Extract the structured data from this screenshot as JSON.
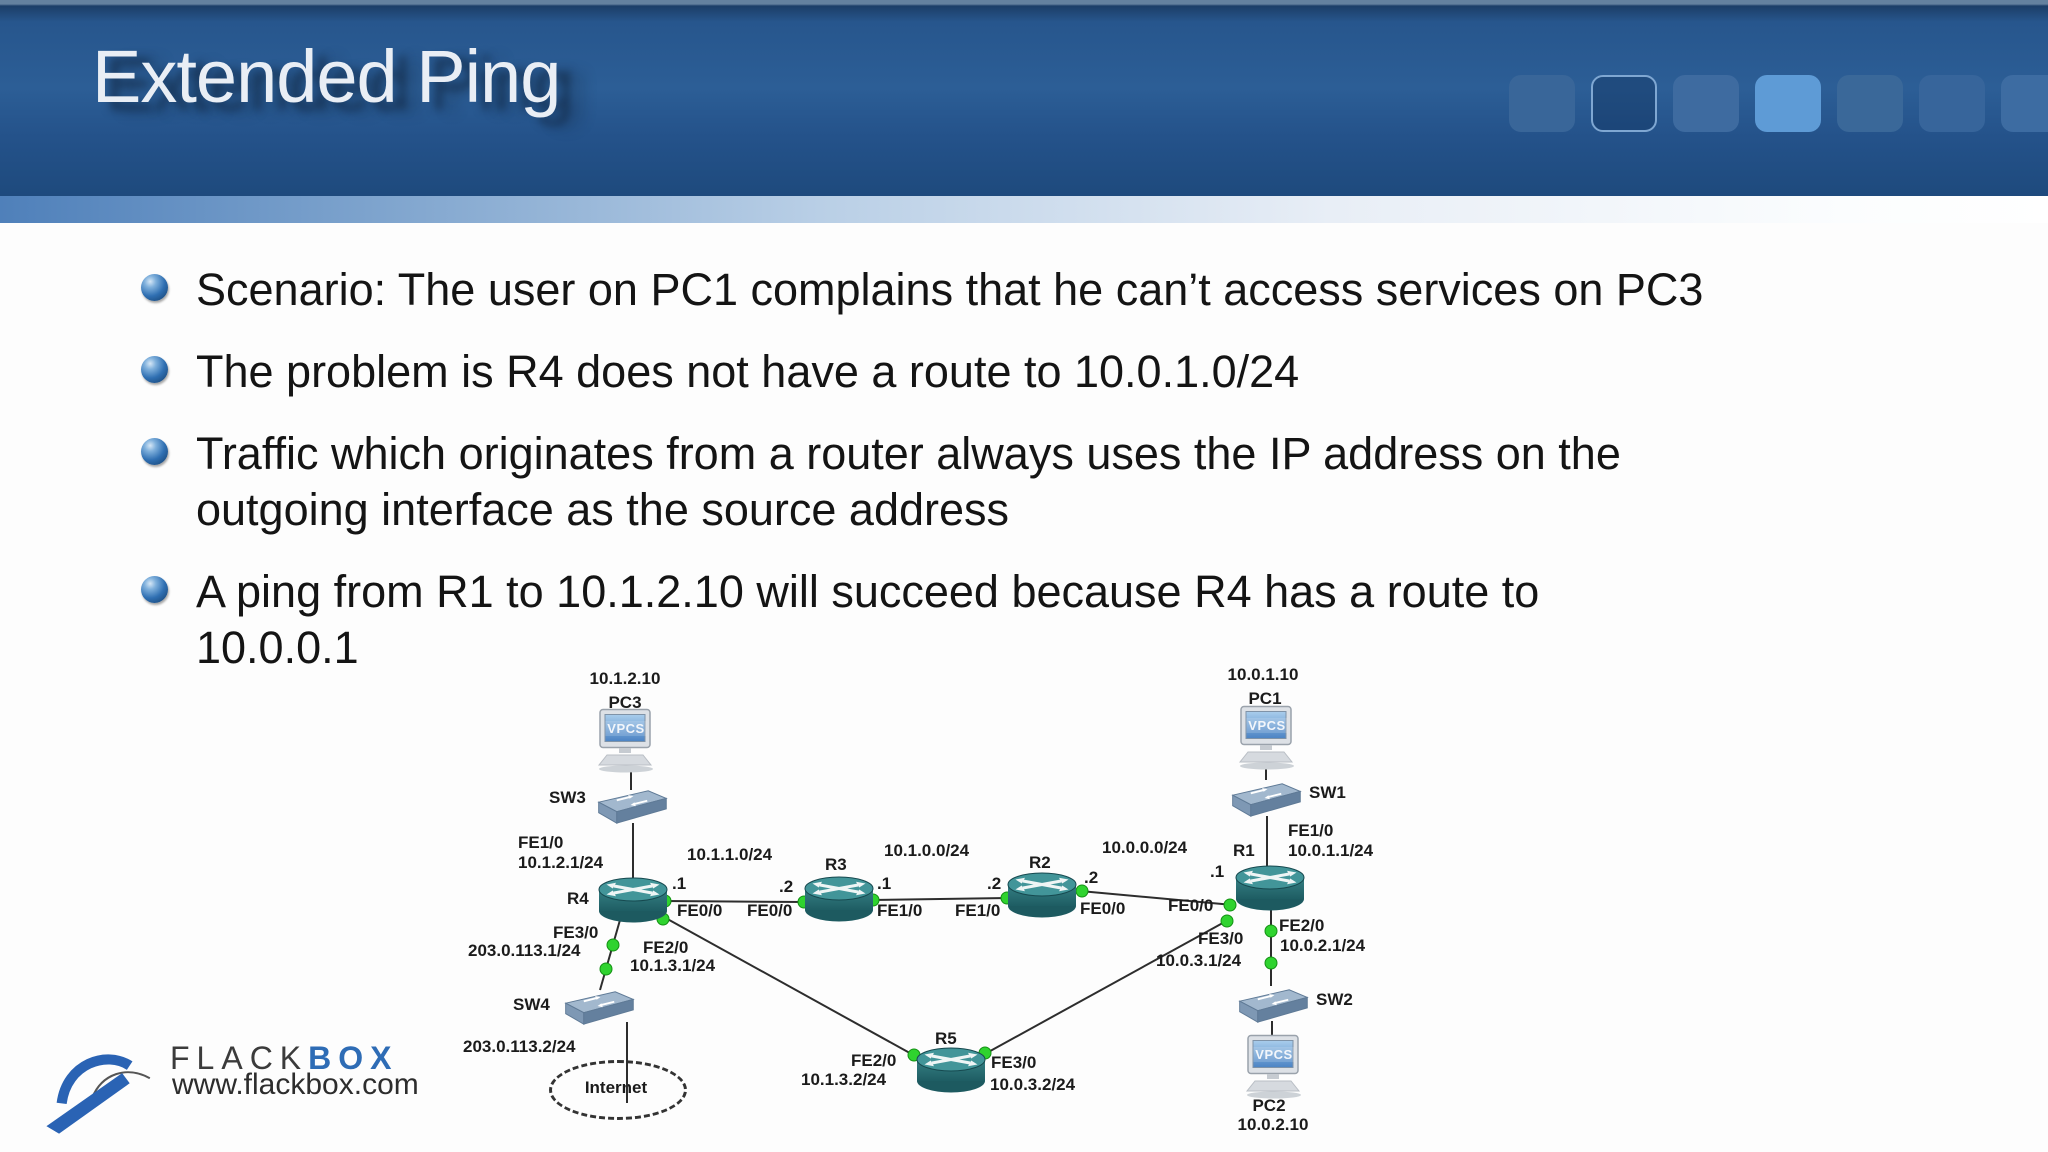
{
  "slide": {
    "title": "Extended Ping",
    "bullets": [
      "Scenario: The user on PC1 complains that he can’t access services on PC3",
      "The problem is R4 does not have a route to 10.0.1.0/24",
      "Traffic which originates from a router always uses the IP address on the\noutgoing interface as the source address",
      "A ping from R1 to 10.1.2.10 will succeed because R4 has a route to\n10.0.0.1"
    ]
  },
  "branding": {
    "logo_primary": "FLACK",
    "logo_secondary": "BOX",
    "website": "www.flackbox.com"
  },
  "diagram": {
    "nodes": {
      "pc3": {
        "label": "PC3",
        "ip": "10.1.2.10",
        "screen": "VPCS"
      },
      "pc1": {
        "label": "PC1",
        "ip": "10.0.1.10",
        "screen": "VPCS"
      },
      "pc2": {
        "label": "PC2",
        "ip": "10.0.2.10",
        "screen": "VPCS"
      },
      "sw1": {
        "label": "SW1"
      },
      "sw2": {
        "label": "SW2"
      },
      "sw3": {
        "label": "SW3"
      },
      "sw4": {
        "label": "SW4"
      },
      "r1": {
        "label": "R1"
      },
      "r2": {
        "label": "R2"
      },
      "r3": {
        "label": "R3"
      },
      "r4": {
        "label": "R4"
      },
      "r5": {
        "label": "R5"
      },
      "internet": {
        "label": "Internet"
      }
    },
    "links": {
      "r4_r3": {
        "subnet": "10.1.1.0/24",
        "left_num": ".1",
        "right_num": ".2",
        "left_if": "FE0/0",
        "right_if": "FE0/0"
      },
      "r3_r2": {
        "subnet": "10.1.0.0/24",
        "left_num": ".1",
        "right_num": ".2",
        "left_if": "FE1/0",
        "right_if": "FE1/0"
      },
      "r2_r1": {
        "subnet": "10.0.0.0/24",
        "left_num": ".2",
        "right_num": ".1",
        "left_if": "FE0/0",
        "right_if": "FE0/0"
      },
      "r4_sw3": {
        "interface": "FE1/0",
        "ip": "10.1.2.1/24"
      },
      "r1_sw1": {
        "interface": "FE1/0",
        "ip": "10.0.1.1/24"
      },
      "r1_sw2": {
        "interface": "FE2/0",
        "ip": "10.0.2.1/24"
      },
      "r4_sw4": {
        "interface": "FE3/0",
        "ip": "203.0.113.1/24"
      },
      "r4_r5": {
        "r4_if": "FE2/0",
        "r4_ip": "10.1.3.1/24",
        "r5_if": "FE2/0",
        "r5_ip": "10.1.3.2/24"
      },
      "r5_r1": {
        "r1_if": "FE3/0",
        "r1_ip": "10.0.3.1/24",
        "r5_if": "FE3/0",
        "r5_ip": "10.0.3.2/24"
      },
      "sw4_internet": {
        "ip": "203.0.113.2/24"
      }
    }
  },
  "colors": {
    "header_blue": "#2a5c94",
    "header_blue_dark": "#1e4a7d",
    "band_blue": "#4f80ba",
    "accent_square_bright": "#5e9bd6",
    "router_teal": "#2f7578",
    "switch_blue": "#7e98b4",
    "link_dot_green": "#2fd32f",
    "logo_blue": "#2e6cb5",
    "text_black": "#141414"
  }
}
